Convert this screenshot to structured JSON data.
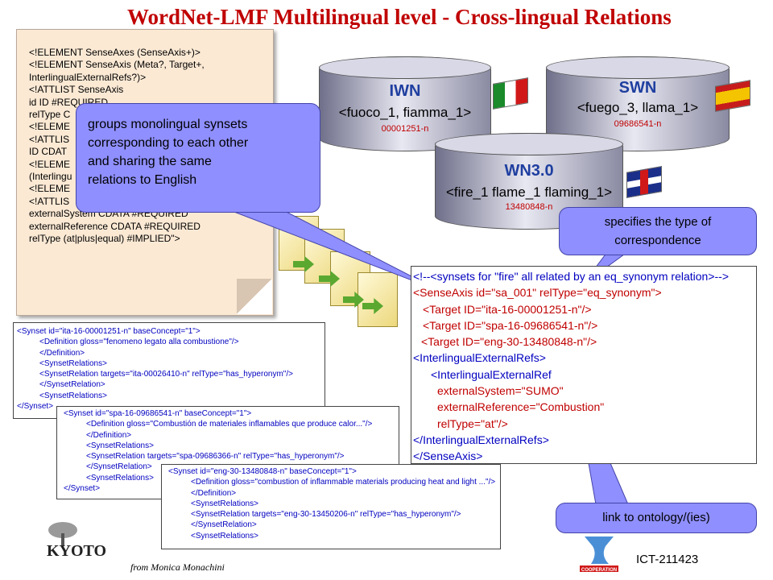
{
  "title": "WordNet-LMF Multilingual level - Cross-lingual Relations",
  "dtd_lines": [
    "<!ELEMENT SenseAxes (SenseAxis+)>",
    "<!ELEMENT SenseAxis (Meta?, Target+,",
    "InterlingualExternalRefs?)>",
    "<!ATTLIST  SenseAxis",
    "id ID #REQUIRED",
    "relType  C",
    "<!ELEME",
    "<!ATTLIS",
    "ID CDAT",
    "<!ELEME",
    "(Interlingu",
    "<!ELEME",
    "<!ATTLIS",
    "externalSystem CDATA #REQUIRED",
    "externalReference  CDATA #REQUIRED",
    "relType (at|plus|equal) #IMPLIED\">"
  ],
  "databases": {
    "iwn": {
      "name": "IWN",
      "words": "<fuoco_1, fiamma_1>",
      "id": "00001251-n"
    },
    "swn": {
      "name": "SWN",
      "words": "<fuego_3, llama_1>",
      "id": "09686541-n"
    },
    "wn": {
      "name": "WN3.0",
      "words": "<fire_1 flame_1 flaming_1>",
      "id": "13480848-n"
    }
  },
  "callouts": {
    "groups": [
      "groups monolingual synsets",
      "corresponding to each other",
      "and sharing the same",
      "relations to English"
    ],
    "type": [
      "specifies the type of",
      "correspondence"
    ],
    "link": "link to ontology/(ies)"
  },
  "xml_ita": [
    "<Synset id=\"ita-16-00001251-n\" baseConcept=\"1\">",
    "<Definition gloss=\"fenomeno legato alla combustione\"/>",
    "</Definition>",
    "<SynsetRelations>",
    "<SynsetRelation targets=\"ita-00026410-n\" relType=\"has_hyperonym\"/>",
    "</SynsetRelation>",
    "<SynsetRelations>",
    "</Synset>"
  ],
  "xml_spa": [
    "<Synset id=\"spa-16-09686541-n\" baseConcept=\"1\">",
    "<Definition gloss=\"Combustión de materiales inflamables que produce calor...\"/>",
    "</Definition>",
    "<SynsetRelations>",
    "<SynsetRelation targets=\"spa-09686366-n\" relType=\"has_hyperonym\"/>",
    "</SynsetRelation>",
    "<SynsetRelations>",
    "</Synset>"
  ],
  "xml_eng": [
    "<Synset id=\"eng-30-13480848-n\" baseConcept=\"1\">",
    "<Definition gloss=\"combustion of inflammable materials producing heat and light ...\"/>",
    "</Definition>",
    "<SynsetRelations>",
    "<SynsetRelation targets=\"eng-30-13450206-n\" relType=\"has_hyperonym\"/>",
    "</SynsetRelation>",
    "<SynsetRelations>"
  ],
  "xml_axes": [
    "<!--<synsets for \"fire\" all related by an eq_synonym relation>-->",
    "<SenseAxis id=\"sa_001\" relType=\"eq_synonym\">",
    "<Target ID=\"ita-16-00001251-n\"/>",
    "<Target ID=\"spa-16-09686541-n\"/>",
    "<Target ID=\"eng-30-13480848-n\"/>",
    "<InterlingualExternalRefs>",
    "<InterlingualExternalRef",
    "externalSystem=\"SUMO\"",
    "externalReference=\"Combustion\"",
    "relType=\"at\"/>",
    "</InterlingualExternalRefs>",
    "</SenseAxis>"
  ],
  "footer": {
    "credit": "from Monica Monachini",
    "project": "ICT-211423",
    "kyoto_logo": "KYOTO",
    "coop_logo": "COOPERATION"
  },
  "colors": {
    "title": "#c00000",
    "callout": "#8f8fff",
    "db_name": "#1f3fa0"
  }
}
